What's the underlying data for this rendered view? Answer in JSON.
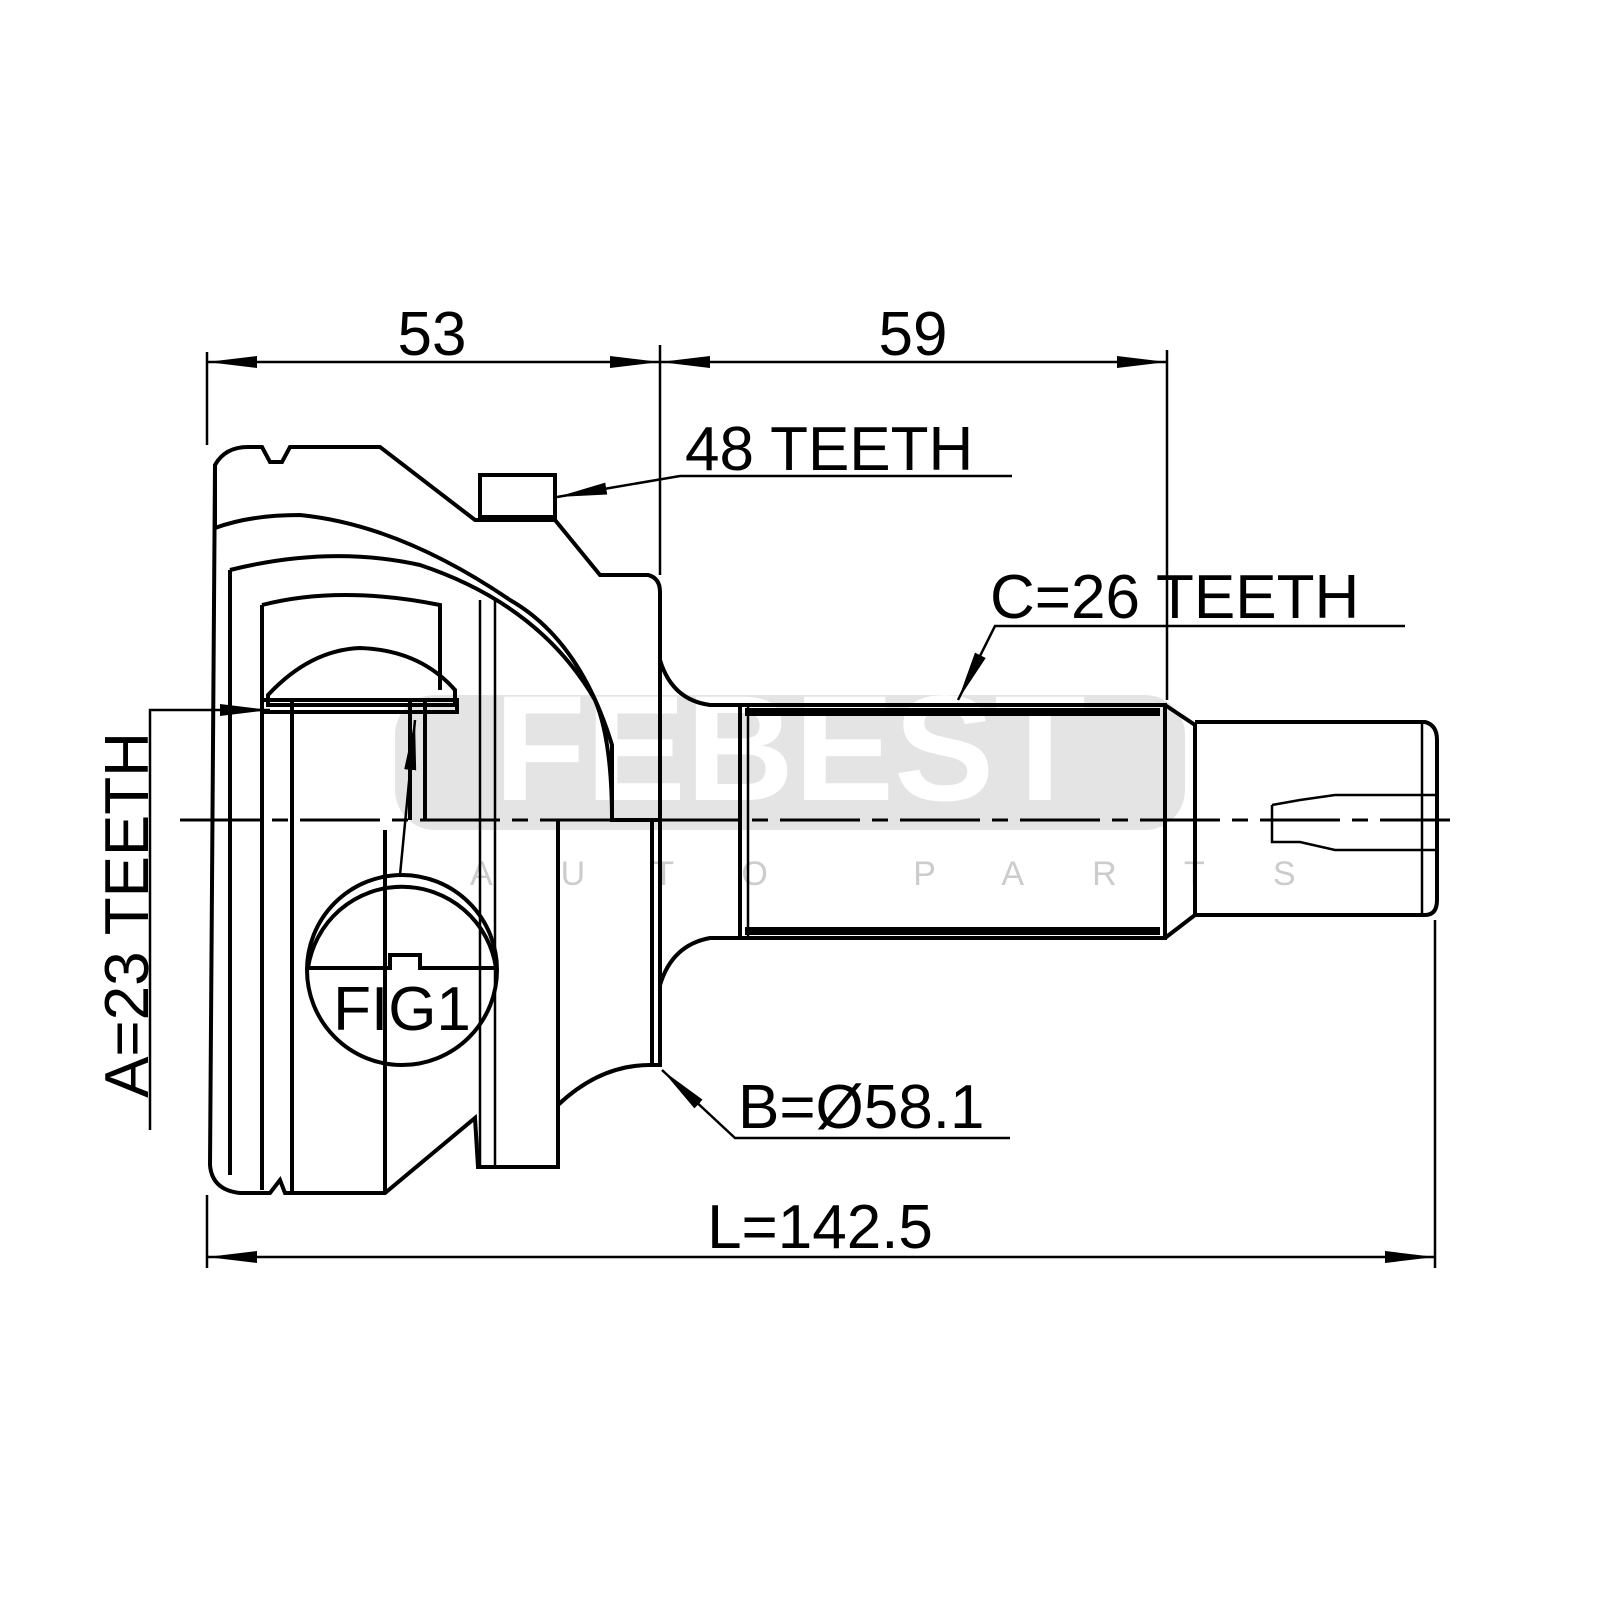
{
  "dimensions": {
    "outer_length": "53",
    "shaft_length": "59",
    "outer_teeth": "48 TEETH",
    "shaft_teeth": "C=26 TEETH",
    "inner_teeth": "A=23 TEETH",
    "abs_ring_diameter": "B=Ø58.1",
    "total_length": "L=142.5"
  },
  "figure_label": "FIG1",
  "watermark": {
    "brand": "FEBEST",
    "subtitle": "AUTO PARTS"
  }
}
